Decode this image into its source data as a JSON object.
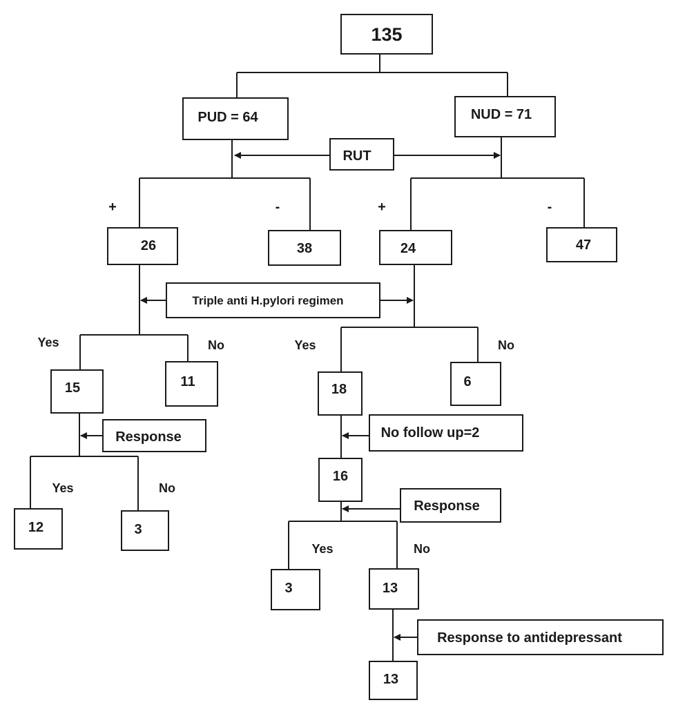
{
  "root": "135",
  "pud": "PUD = 64",
  "nud": "NUD = 71",
  "rut": "RUT",
  "plus": "+",
  "minus": "-",
  "pud_pos": "26",
  "pud_neg": "38",
  "nud_pos": "24",
  "nud_neg": "47",
  "triple": "Triple anti H.pylori regimen",
  "yes": "Yes",
  "no": "No",
  "pud_yes": "15",
  "pud_no": "11",
  "nud_yes": "18",
  "nud_no": "6",
  "response": "Response",
  "no_follow": "No follow up=2",
  "nud_follow": "16",
  "pud_resp_yes": "12",
  "pud_resp_no": "3",
  "nud_resp_yes": "3",
  "nud_resp_no": "13",
  "antidep": "Response to antidepressant",
  "final": "13"
}
